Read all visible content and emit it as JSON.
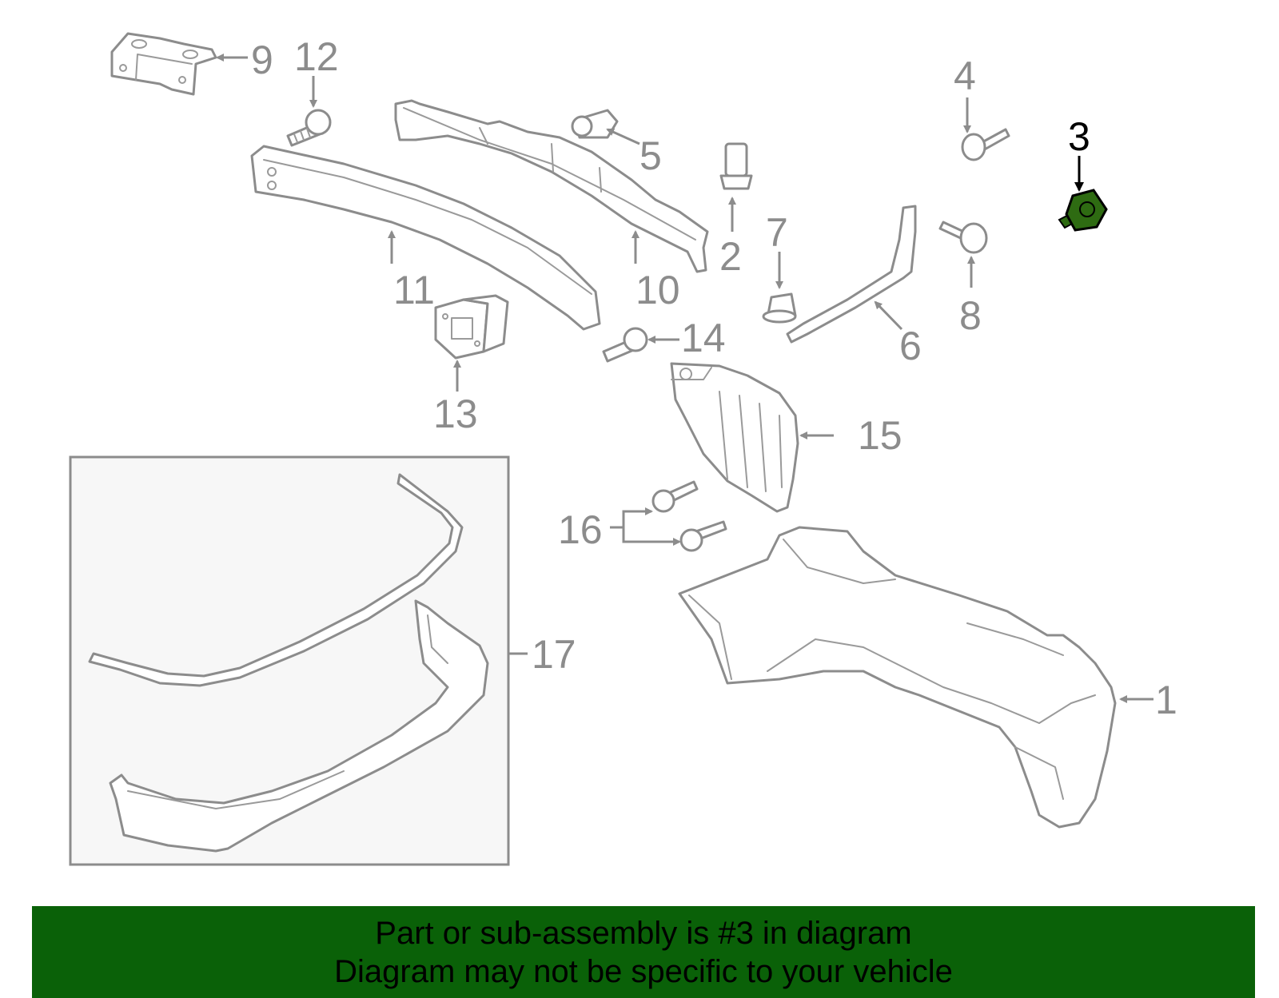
{
  "diagram": {
    "highlight_color": "#2e6b12",
    "line_color": "#8c8c8c",
    "highlighted_part": "3",
    "callouts": {
      "c1": "1",
      "c2": "2",
      "c3": "3",
      "c4": "4",
      "c5": "5",
      "c6": "6",
      "c7": "7",
      "c8": "8",
      "c9": "9",
      "c10": "10",
      "c11": "11",
      "c12": "12",
      "c13": "13",
      "c14": "14",
      "c15": "15",
      "c16": "16",
      "c17": "17"
    }
  },
  "banner": {
    "background": "#0a6108",
    "line1": "Part or sub-assembly is #3 in diagram",
    "line2": "Diagram may not be specific to your vehicle"
  }
}
